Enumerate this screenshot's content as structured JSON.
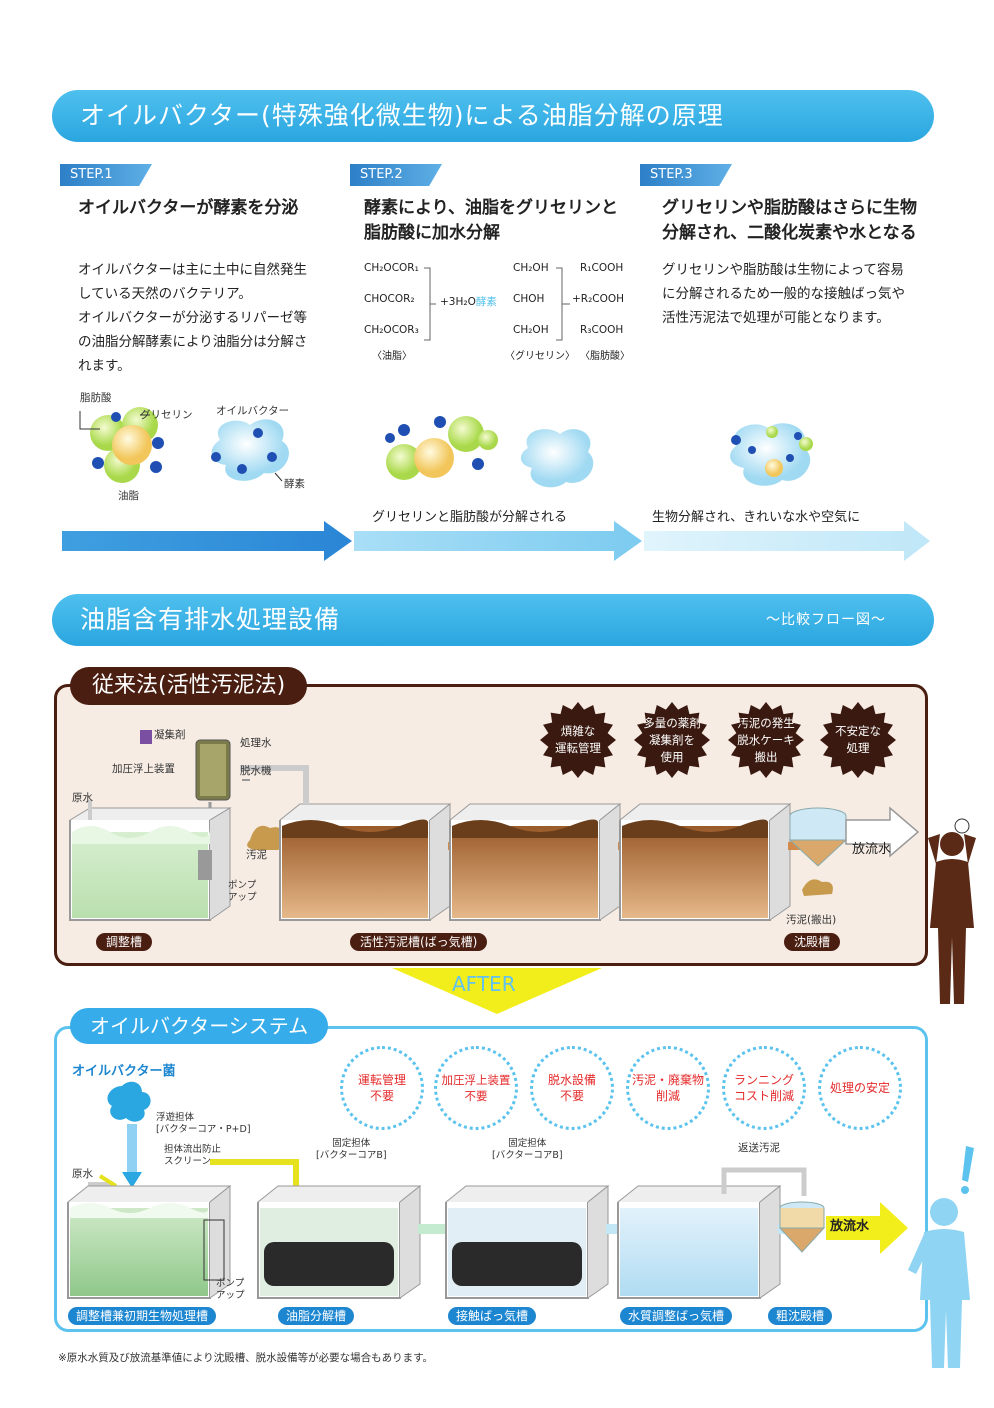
{
  "section1": {
    "title": "オイルバクター(特殊強化微生物)による油脂分解の原理",
    "steps": [
      {
        "tag": "STEP.1",
        "heading": [
          "オイルバクターが酵素を分泌"
        ],
        "body": [
          "オイルバクターは主に土中に自然発生",
          "している天然のバクテリア。",
          "オイルバクターが分泌するリパーゼ等",
          "の油脂分解酵素により油脂分は分解さ",
          "れます。"
        ],
        "labels": {
          "fatty_acid": "脂肪酸",
          "glycerin": "グリセリン",
          "oilbacter": "オイルバクター",
          "oil": "油脂",
          "enzyme": "酵素"
        }
      },
      {
        "tag": "STEP.2",
        "heading": [
          "酵素により、油脂をグリセリンと",
          "脂肪酸に加水分解"
        ],
        "formula": {
          "left": [
            "CH₂OCOR₁",
            "CHOCOR₂",
            "CH₂OCOR₃"
          ],
          "water": "+3H₂O",
          "enzyme": "酵素",
          "mid": [
            "CH₂OH",
            "CHOH",
            "CH₂OH"
          ],
          "right": [
            "R₁COOH",
            "+R₂COOH",
            "R₃COOH"
          ],
          "caption_left": "〈油脂〉",
          "caption_mid": "〈グリセリン〉",
          "caption_right": "〈脂肪酸〉"
        },
        "caption": "グリセリンと脂肪酸が分解される"
      },
      {
        "tag": "STEP.3",
        "heading": [
          "グリセリンや脂肪酸はさらに生物",
          "分解され、二酸化炭素や水となる"
        ],
        "body": [
          "グリセリンや脂肪酸は生物によって容易",
          "に分解されるため一般的な接触ばっ気や",
          "活性汚泥法で処理が可能となります。"
        ],
        "caption": "生物分解され、きれいな水や空気に"
      }
    ]
  },
  "section2": {
    "title": "油脂含有排水処理設備",
    "subtitle": "〜比較フロー図〜",
    "conventional": {
      "title": "従来法(活性汚泥法)",
      "labels": {
        "coagulant": "凝集剤",
        "treated_water": "処理水",
        "flotation": "加圧浮上装置",
        "dehydrator": "脱水機",
        "raw_water": "原水",
        "sludge": "汚泥",
        "pump_up": [
          "ポンプ",
          "アップ"
        ],
        "discharge": "放流水",
        "sludge_out": "汚泥(搬出)"
      },
      "tanks": [
        "調整槽",
        "活性汚泥槽(ばっ気槽)",
        "沈殿槽"
      ],
      "problems": [
        [
          "煩雑な",
          "運転管理"
        ],
        [
          "多量の薬剤",
          "凝集剤を",
          "使用"
        ],
        [
          "汚泥の発生",
          "脱水ケーキ",
          "搬出"
        ],
        [
          "不安定な",
          "処理"
        ]
      ]
    },
    "after_label": "AFTER",
    "oilbacter": {
      "title": "オイルバクターシステム",
      "bacteria_label": "オイルバクター菌",
      "labels": {
        "floating_carrier": [
          "浮遊担体",
          "[バクターコア・P+D]"
        ],
        "screen": [
          "担体流出防止",
          "スクリーン"
        ],
        "fixed_carrier_1": [
          "固定担体",
          "[バクターコアB]"
        ],
        "fixed_carrier_2": [
          "固定担体",
          "[バクターコアB]"
        ],
        "return_sludge": "返送汚泥",
        "raw_water": "原水",
        "pump_up": [
          "ポンプ",
          "アップ"
        ],
        "discharge": "放流水"
      },
      "benefits": [
        [
          "運転管理",
          "不要"
        ],
        [
          "加圧浮上装置",
          "不要"
        ],
        [
          "脱水設備",
          "不要"
        ],
        [
          "汚泥・廃棄物",
          "削減"
        ],
        [
          "ランニング",
          "コスト削減"
        ],
        [
          "処理の安定"
        ]
      ],
      "tanks": [
        "調整槽兼初期生物処理槽",
        "油脂分解槽",
        "接触ばっ気槽",
        "水質調整ばっ気槽",
        "粗沈殿槽"
      ]
    },
    "note": "※原水水質及び放流基準値により沈殿槽、脱水設備等が必要な場合もあります。"
  },
  "colors": {
    "banner": "#2aa6e0",
    "brown": "#4a1e10",
    "panel_bg": "#f6ece4",
    "accent_red": "#e52a2a",
    "after_yellow": "#f2ee1c"
  }
}
